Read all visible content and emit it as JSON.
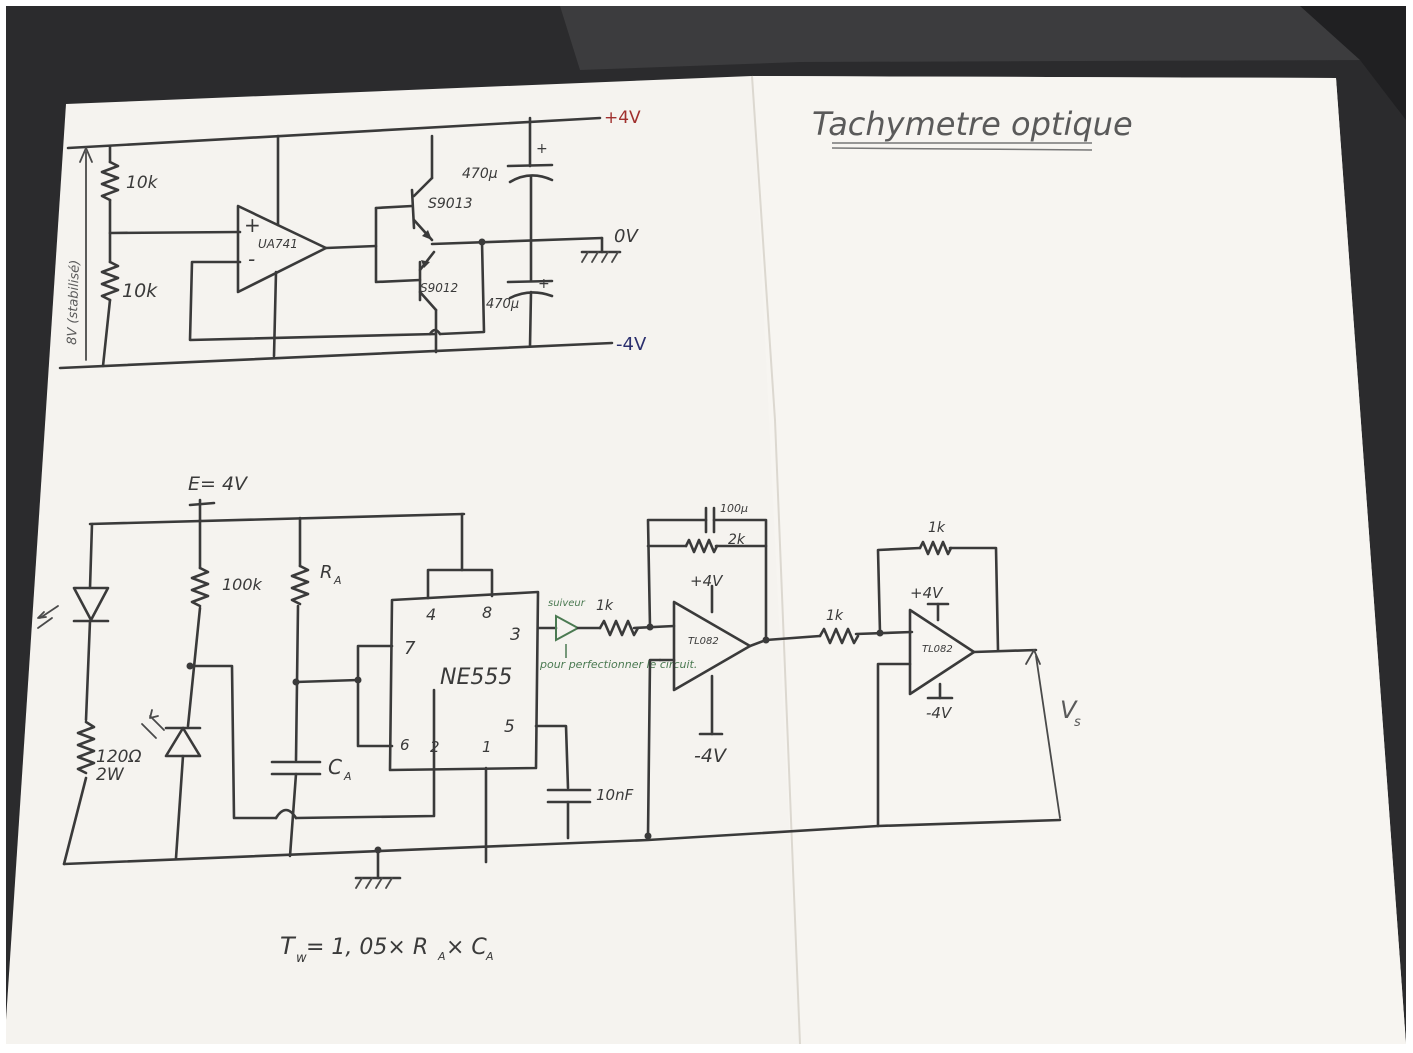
{
  "title": "Tachymetre optique",
  "colors": {
    "red": "#a0302e",
    "blue": "#2b2f6e",
    "green": "#4b7a52",
    "graphite": "#3a3a3a",
    "paper": "#f4f2ee"
  },
  "top_circuit": {
    "supply_pos": "+4V",
    "supply_zero": "0V",
    "supply_neg": "-4V",
    "side_label": "8V (stabilisé)",
    "r1": "10k",
    "r2": "10k",
    "opamp": "UA741",
    "plus": "+",
    "minus": "-",
    "t1": "S9013",
    "t2": "S9012",
    "c1": "470µ",
    "c2": "470µ",
    "cap_plus": "+"
  },
  "bottom_circuit": {
    "supply": "E= 4V",
    "r_photo": "100k",
    "r_a": "R",
    "r_a_sub": "A",
    "c_a": "C",
    "c_a_sub": "A",
    "r_led": "120Ω",
    "r_led_power": "2W",
    "ic": "NE555",
    "pin4": "4",
    "pin8": "8",
    "pin7": "7",
    "pin3": "3",
    "pin5": "5",
    "pin6": "6",
    "pin2": "2",
    "pin1": "1",
    "c_ctrl": "10nF",
    "follower": "suiveur",
    "follower_note": "pour perfectionner le circuit.",
    "r_in1": "1k",
    "c_fb": "100µ",
    "r_fb": "2k",
    "op1": "TL082",
    "op1_pos": "+4V",
    "op1_neg": "-4V",
    "r_in2": "1k",
    "r_fb2": "1k",
    "op2": "TL082",
    "op2_pos": "+4V",
    "op2_neg": "-4V",
    "vs": "V",
    "vs_sub": "s"
  },
  "formula": {
    "lhs": "T",
    "lhs_sub": "w",
    "rhs_a": " = 1, 05× R",
    "rhs_sub1": "A",
    "rhs_b": "× C",
    "rhs_sub2": "A"
  }
}
